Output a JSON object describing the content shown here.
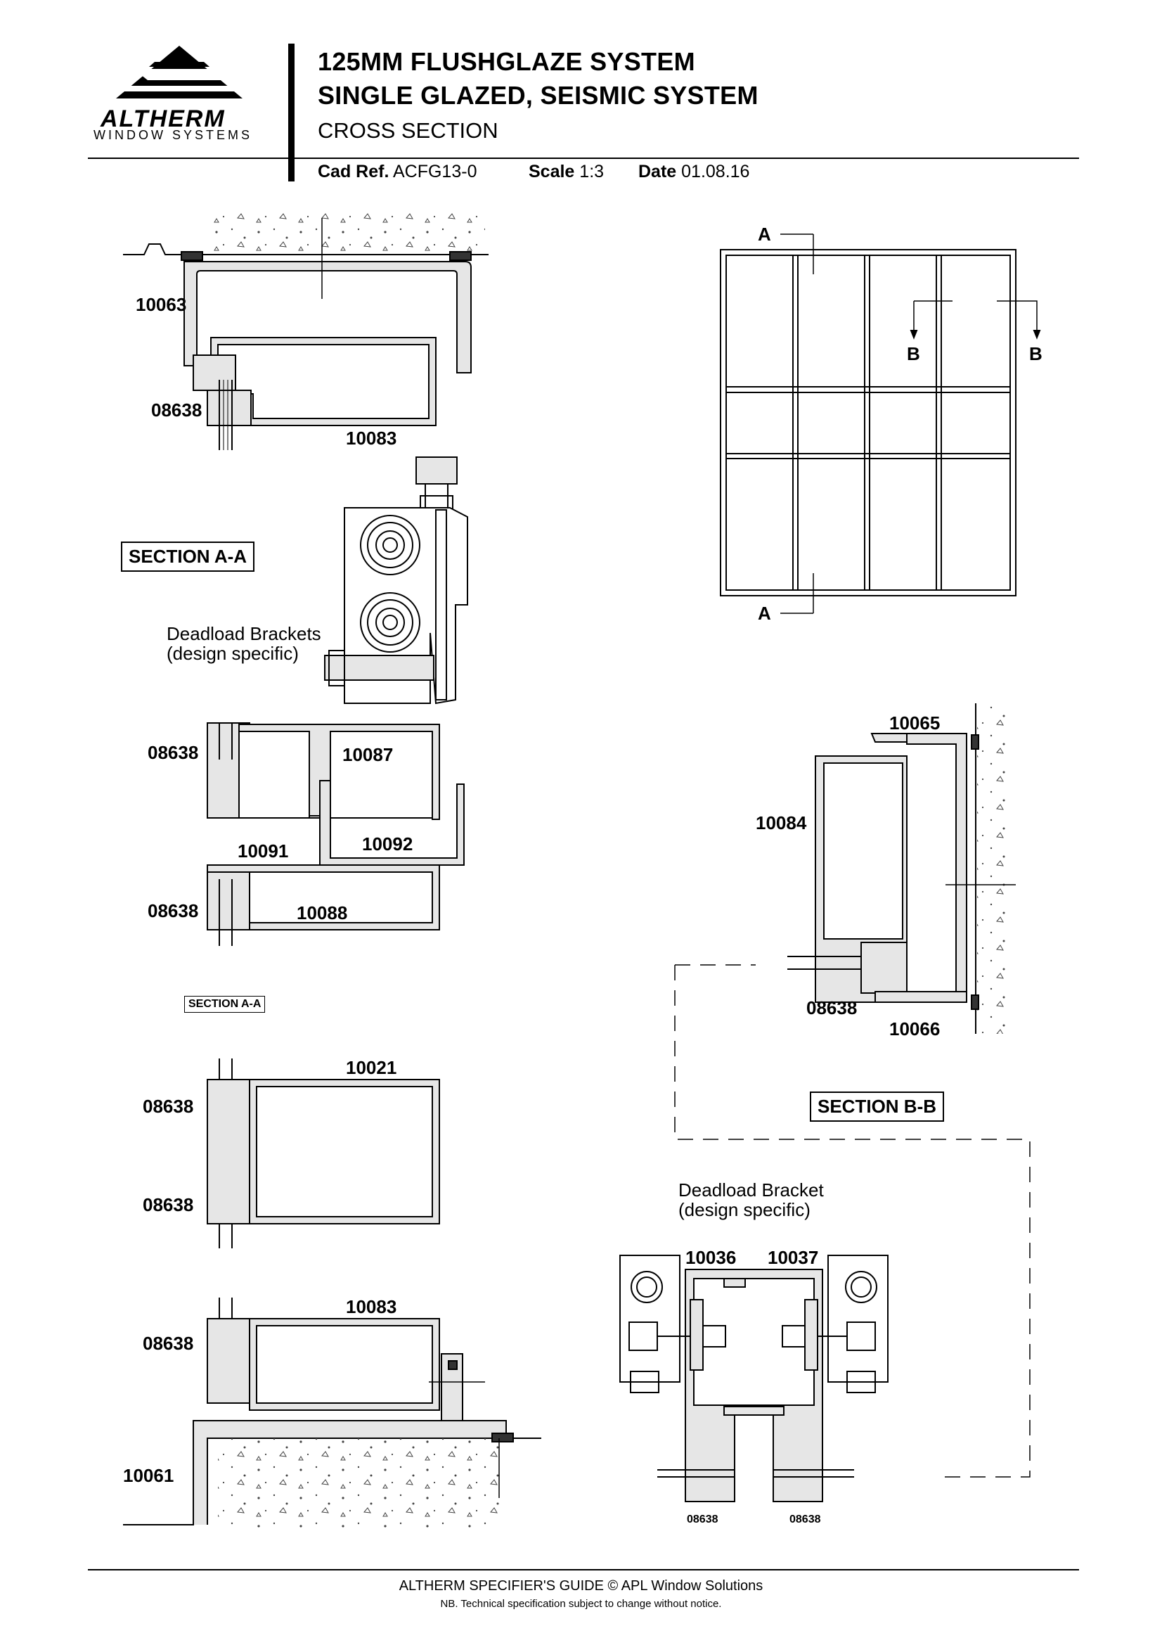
{
  "header": {
    "brand_name": "ALTHERM",
    "brand_tagline": "WINDOW SYSTEMS",
    "title_line1": "125MM  FLUSHGLAZE SYSTEM",
    "title_line2": "SINGLE GLAZED, SEISMIC SYSTEM",
    "subtitle": "CROSS SECTION",
    "cad_ref_label": "Cad Ref.",
    "cad_ref_value": "ACFG13-0",
    "scale_label": "Scale",
    "scale_value": "1:3",
    "date_label": "Date",
    "date_value": "01.08.16"
  },
  "labels": {
    "head_top_part": "10063",
    "head_left_part": "08638",
    "head_bottom_part": "10083",
    "section_aa": "SECTION A-A",
    "deadload_brackets": "Deadload Brackets",
    "design_specific": "(design specific)",
    "transom_left_top": "08638",
    "transom_top_part": "10087",
    "transom_mid_part": "10092",
    "transom_link_part": "10091",
    "transom_left_bottom": "08638",
    "transom_bottom_part": "10088",
    "section_aa_small": "SECTION A-A",
    "mullion_part": "10021",
    "mullion_left_top": "08638",
    "mullion_left_bottom": "08638",
    "sill_part": "10083",
    "sill_left_part": "08638",
    "sill_base_part": "10061",
    "elevation_a_top": "A",
    "elevation_a_bottom": "A",
    "elevation_b_left": "B",
    "elevation_b_right": "B",
    "jamb_top_part": "10065",
    "jamb_main_part": "10084",
    "jamb_glaze_part": "08638",
    "jamb_bottom_part": "10066",
    "section_bb": "SECTION B-B",
    "deadload_bracket": "Deadload Bracket",
    "design_specific_2": "(design specific)",
    "bracket_left_part": "10036",
    "bracket_right_part": "10037",
    "bracket_glaze_left": "08638",
    "bracket_glaze_right": "08638"
  },
  "footer": {
    "line1": "ALTHERM SPECIFIER'S GUIDE  © APL Window Solutions",
    "line2": "NB. Technical specification subject to change without notice."
  },
  "colors": {
    "ink": "#000000",
    "profile_fill": "#e6e6e6",
    "hatch": "#555555"
  }
}
